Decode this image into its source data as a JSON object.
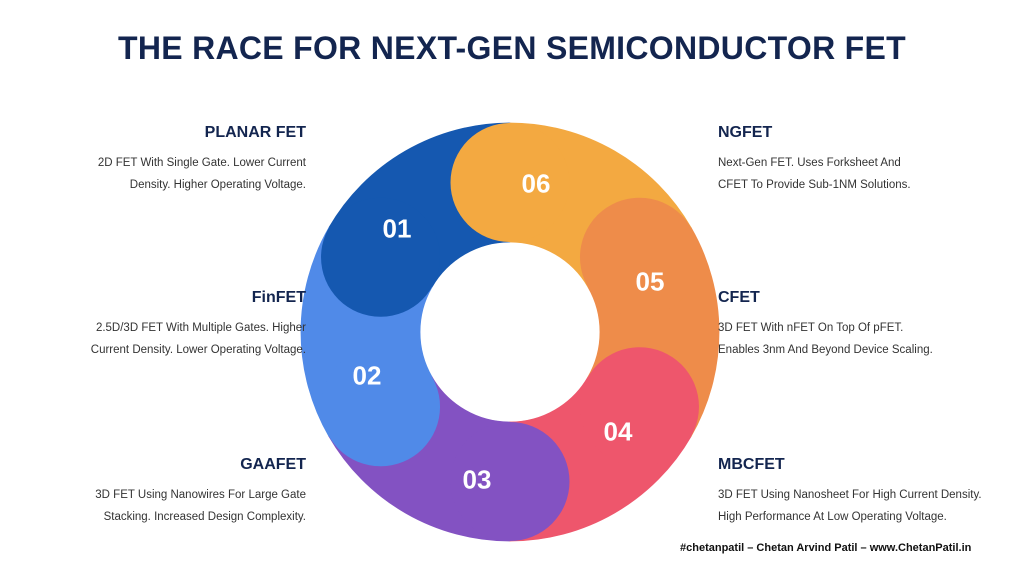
{
  "title": "THE RACE FOR NEXT-GEN SEMICONDUCTOR FET",
  "stages": [
    {
      "number": "01",
      "name": "PLANAR FET",
      "line1": "2D FET With Single Gate. Lower Current",
      "line2": "Density. Higher Operating Voltage.",
      "color": "#1558B0"
    },
    {
      "number": "02",
      "name": "FinFET",
      "line1": "2.5D/3D FET With Multiple Gates. Higher",
      "line2": "Current Density. Lower Operating Voltage.",
      "color": "#508AE8"
    },
    {
      "number": "03",
      "name": "GAAFET",
      "line1": "3D FET Using Nanowires For Large Gate",
      "line2": "Stacking. Increased Design Complexity.",
      "color": "#8352C2"
    },
    {
      "number": "04",
      "name": "MBCFET",
      "line1": "3D FET Using Nanosheet For High Current Density.",
      "line2": "High Performance At Low Operating Voltage.",
      "color": "#EE566C"
    },
    {
      "number": "05",
      "name": "CFET",
      "line1": "3D FET With nFET On Top Of pFET.",
      "line2": "Enables 3nm And Beyond Device Scaling.",
      "color": "#EE8C4A"
    },
    {
      "number": "06",
      "name": "NGFET",
      "line1": "Next-Gen FET. Uses Forksheet And",
      "line2": "CFET To Provide Sub-1NM Solutions.",
      "color": "#F3A941"
    }
  ],
  "footer": "#chetanpatil – Chetan Arvind Patil – www.ChetanPatil.in"
}
